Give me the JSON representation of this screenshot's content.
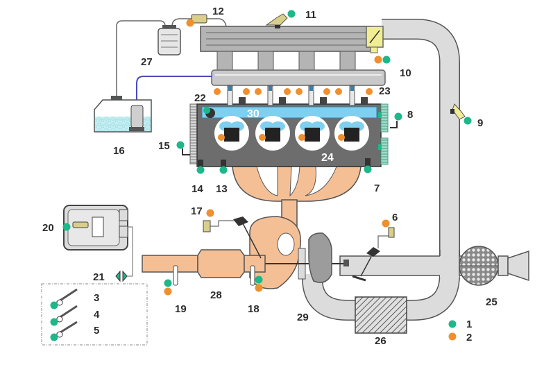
{
  "title": "Engine management system component diagram",
  "colors": {
    "sensor": "#1db88a",
    "actuator": "#ef8f2e",
    "coolant": "#7fcff0",
    "block": "#6d6d6d",
    "exhaust": "#f5bf95",
    "pipe": "#d9d9d9",
    "fuel": "#bfeef0",
    "line_blue": "#4b4bb8"
  },
  "labels": {
    "l1": "1",
    "l2": "2",
    "l3": "3",
    "l4": "4",
    "l5": "5",
    "l6": "6",
    "l7": "7",
    "l8": "8",
    "l9": "9",
    "l10": "10",
    "l11": "11",
    "l12": "12",
    "l13": "13",
    "l14": "14",
    "l15": "15",
    "l16": "16",
    "l17": "17",
    "l18": "18",
    "l19": "19",
    "l20": "20",
    "l21": "21",
    "l22": "22",
    "l23": "23",
    "l24": "24",
    "l25": "25",
    "l26": "26",
    "l27": "27",
    "l28": "28",
    "l29": "29",
    "l30": "30"
  },
  "legend": [
    {
      "marker": "sensor",
      "label": "1"
    },
    {
      "marker": "actuator",
      "label": "2"
    }
  ]
}
